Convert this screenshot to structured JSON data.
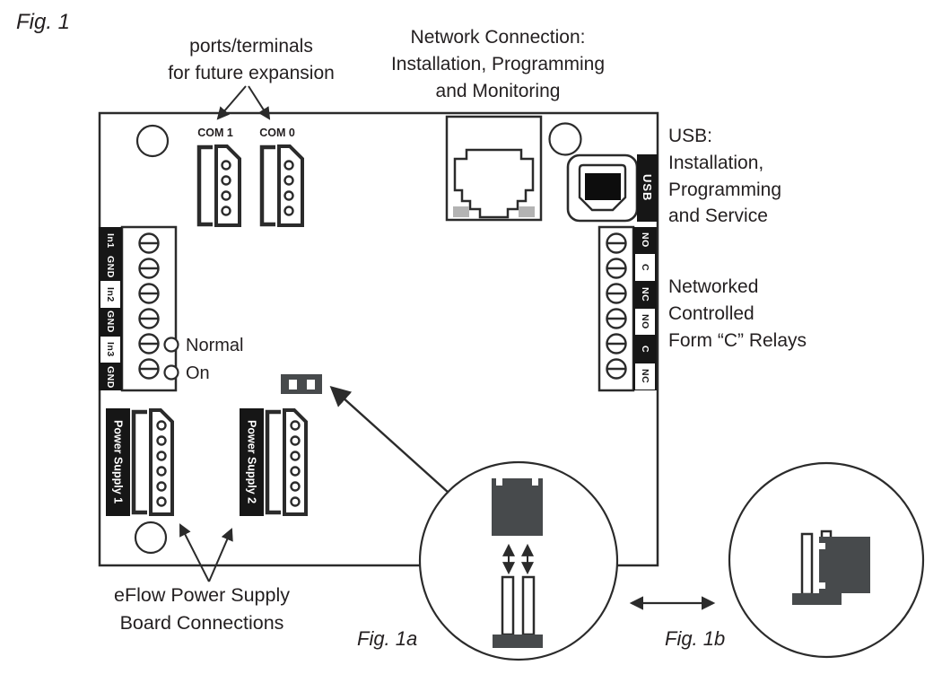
{
  "figure": {
    "title": "Fig. 1",
    "fig_1a": "Fig. 1a",
    "fig_1b": "Fig. 1b"
  },
  "callouts": {
    "ports_terminals": "ports/terminals\nfor future expansion",
    "network": "Network Connection:\nInstallation, Programming\nand Monitoring",
    "usb": "USB:\nInstallation,\nProgramming\nand Service",
    "relays": "Networked\nControlled\nForm “C” Relays",
    "eflow": "eFlow Power Supply\nBoard Connections"
  },
  "board": {
    "com_ports": [
      {
        "label": "COM 1"
      },
      {
        "label": "COM 0"
      }
    ],
    "usb_port_label": "USB",
    "leds": [
      {
        "label": "Normal"
      },
      {
        "label": "On"
      }
    ],
    "input_terminals": [
      "In1",
      "GND",
      "In2",
      "GND",
      "In3",
      "GND"
    ],
    "relay_terminals": [
      "NO",
      "C",
      "NC",
      "NO",
      "C",
      "NC"
    ],
    "power_supplies": [
      {
        "label": "Power Supply 1"
      },
      {
        "label": "Power Supply 2"
      }
    ]
  },
  "colors": {
    "line": "#2b2b2b",
    "text": "#231f20",
    "chip_black": "#161616",
    "jumper_gray": "#474a4c",
    "led_window_gray": "#b3b3b3"
  }
}
